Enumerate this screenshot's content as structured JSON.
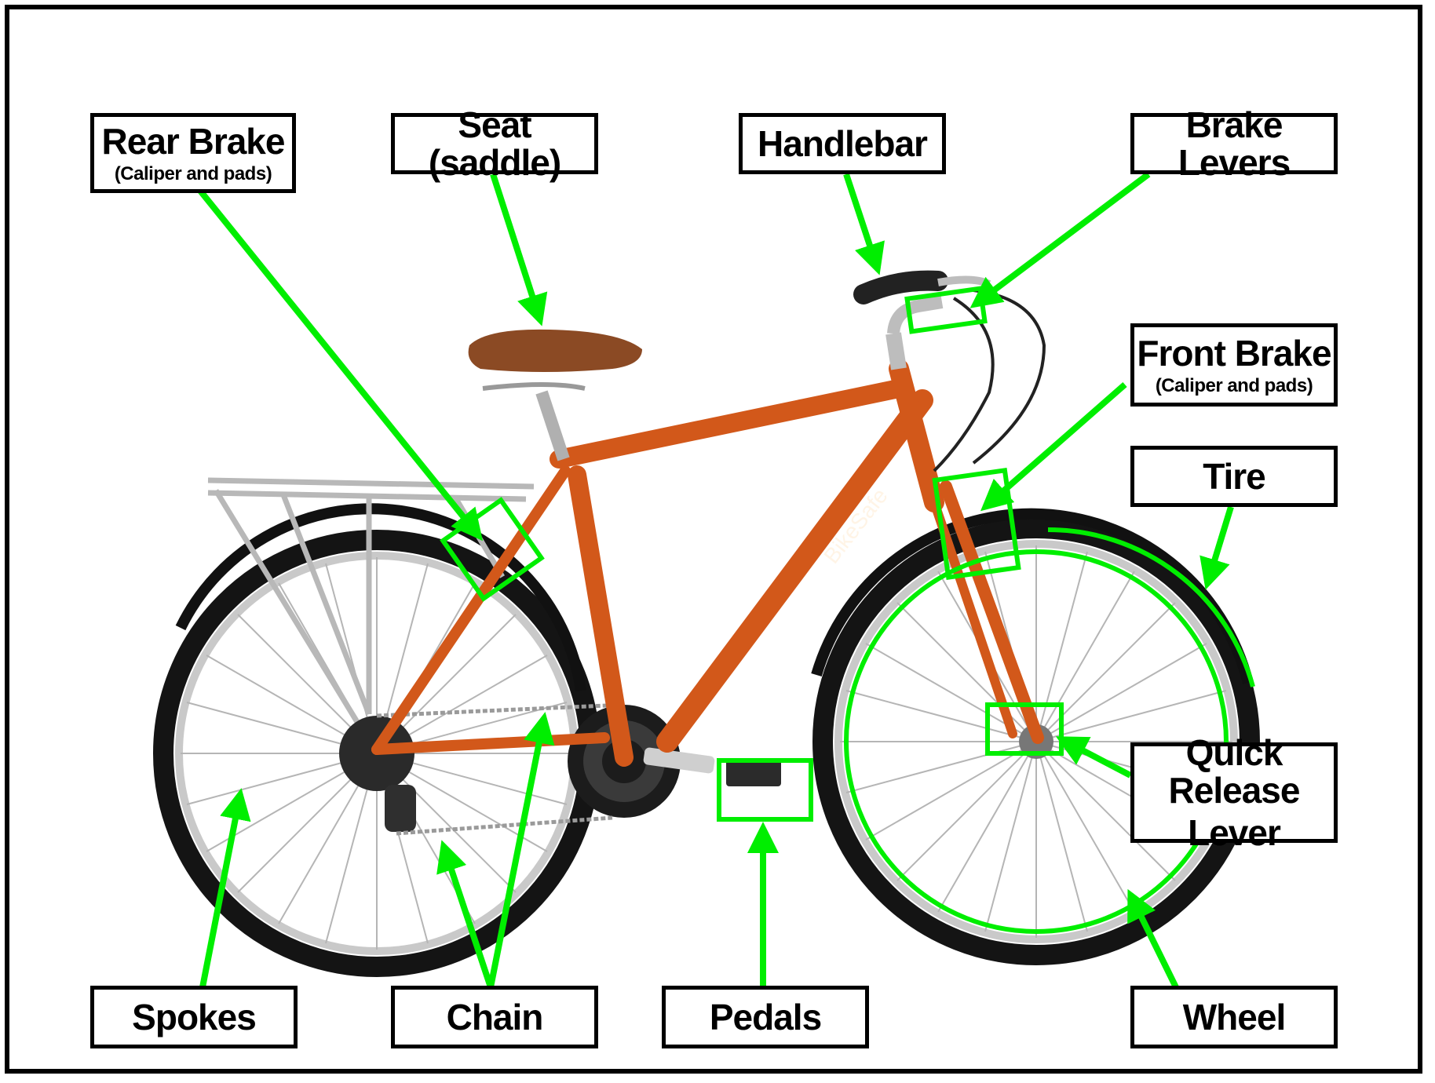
{
  "brand": "BikeSafe",
  "colors": {
    "accent": "#00ee00",
    "frame": "#d2581a",
    "tire": "#1b1b1b",
    "saddle": "#8b4a24",
    "label_border": "#000000"
  },
  "labels": {
    "rear_brake": {
      "main": "Rear Brake",
      "sub": "(Caliper and pads)"
    },
    "seat": {
      "main": "Seat (saddle)"
    },
    "handlebar": {
      "main": "Handlebar"
    },
    "brake_levers": {
      "main": "Brake Levers"
    },
    "front_brake": {
      "main": "Front Brake",
      "sub": "(Caliper and pads)"
    },
    "tire": {
      "main": "Tire"
    },
    "quick_release": {
      "line1": "Quick Release",
      "line2": "Lever"
    },
    "spokes": {
      "main": "Spokes"
    },
    "chain": {
      "main": "Chain"
    },
    "pedals": {
      "main": "Pedals"
    },
    "wheel": {
      "main": "Wheel"
    }
  }
}
